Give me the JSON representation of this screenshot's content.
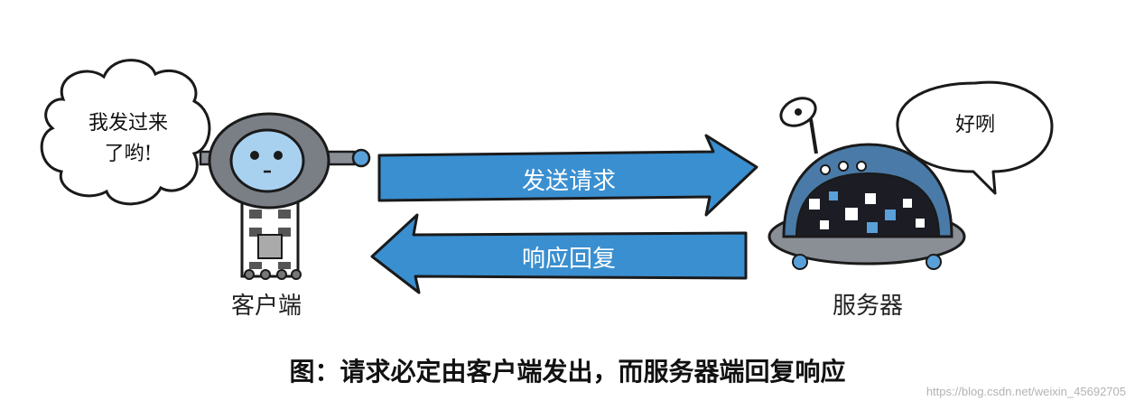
{
  "client": {
    "label": "客户端",
    "bubble_line1": "我发过来",
    "bubble_line2": "了哟!"
  },
  "server": {
    "label": "服务器",
    "bubble_text": "好咧"
  },
  "arrows": {
    "request_label": "发送请求",
    "response_label": "响应回复"
  },
  "caption": "图：请求必定由客户端发出，而服务器端回复响应",
  "watermark": "https://blog.csdn.net/weixin_45692705",
  "colors": {
    "arrow_blue": "#3a8fd0",
    "outline": "#1a1a1a"
  }
}
